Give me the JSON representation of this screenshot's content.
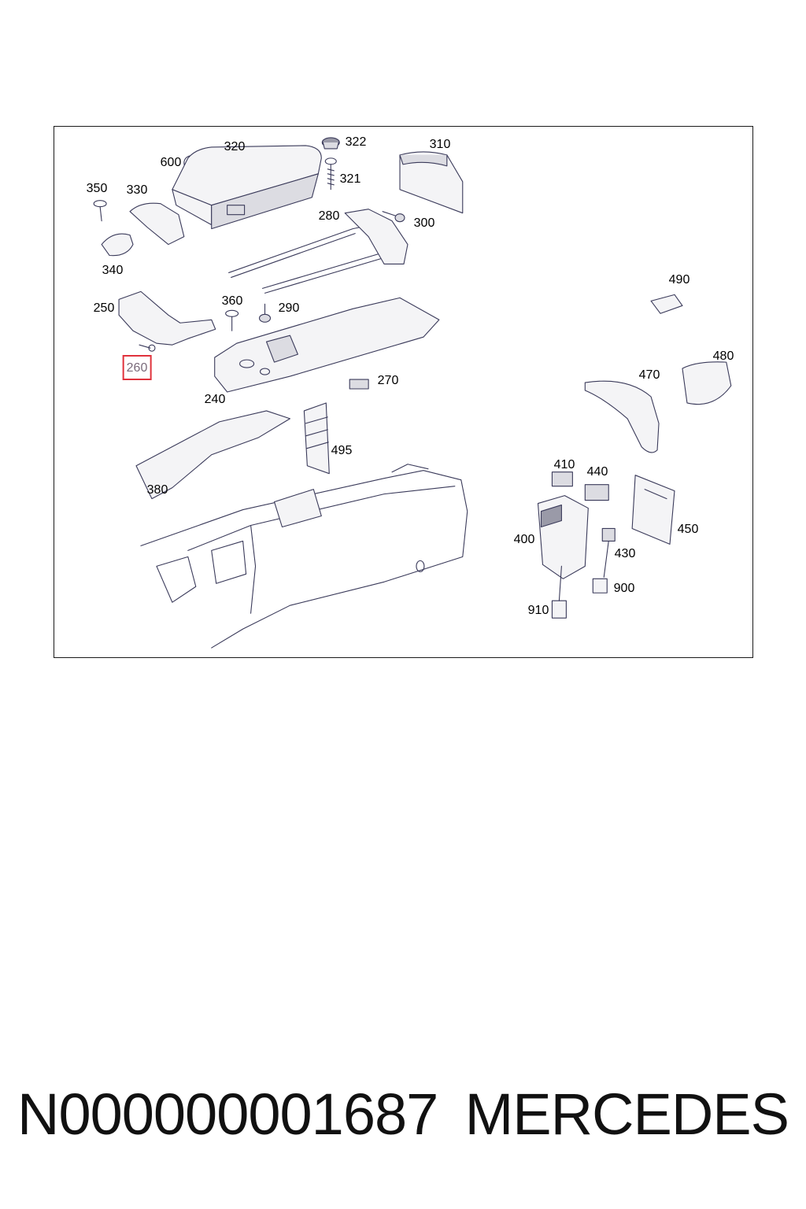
{
  "diagram": {
    "callouts": [
      {
        "id": "600",
        "text": "600"
      },
      {
        "id": "320",
        "text": "320"
      },
      {
        "id": "322",
        "text": "322"
      },
      {
        "id": "310",
        "text": "310"
      },
      {
        "id": "350",
        "text": "350"
      },
      {
        "id": "330",
        "text": "330"
      },
      {
        "id": "321",
        "text": "321"
      },
      {
        "id": "280",
        "text": "280"
      },
      {
        "id": "300",
        "text": "300"
      },
      {
        "id": "340",
        "text": "340"
      },
      {
        "id": "490",
        "text": "490"
      },
      {
        "id": "250",
        "text": "250"
      },
      {
        "id": "360",
        "text": "360"
      },
      {
        "id": "290",
        "text": "290"
      },
      {
        "id": "260",
        "text": "260",
        "highlighted": true
      },
      {
        "id": "480",
        "text": "480"
      },
      {
        "id": "270",
        "text": "270"
      },
      {
        "id": "470",
        "text": "470"
      },
      {
        "id": "240",
        "text": "240"
      },
      {
        "id": "495",
        "text": "495"
      },
      {
        "id": "410",
        "text": "410"
      },
      {
        "id": "440",
        "text": "440"
      },
      {
        "id": "380",
        "text": "380"
      },
      {
        "id": "450",
        "text": "450"
      },
      {
        "id": "400",
        "text": "400"
      },
      {
        "id": "430",
        "text": "430"
      },
      {
        "id": "900",
        "text": "900"
      },
      {
        "id": "910",
        "text": "910"
      }
    ],
    "highlight_color": "#e0323c"
  },
  "footer": {
    "part_number": "N000000001687",
    "brand": "MERCEDES"
  }
}
